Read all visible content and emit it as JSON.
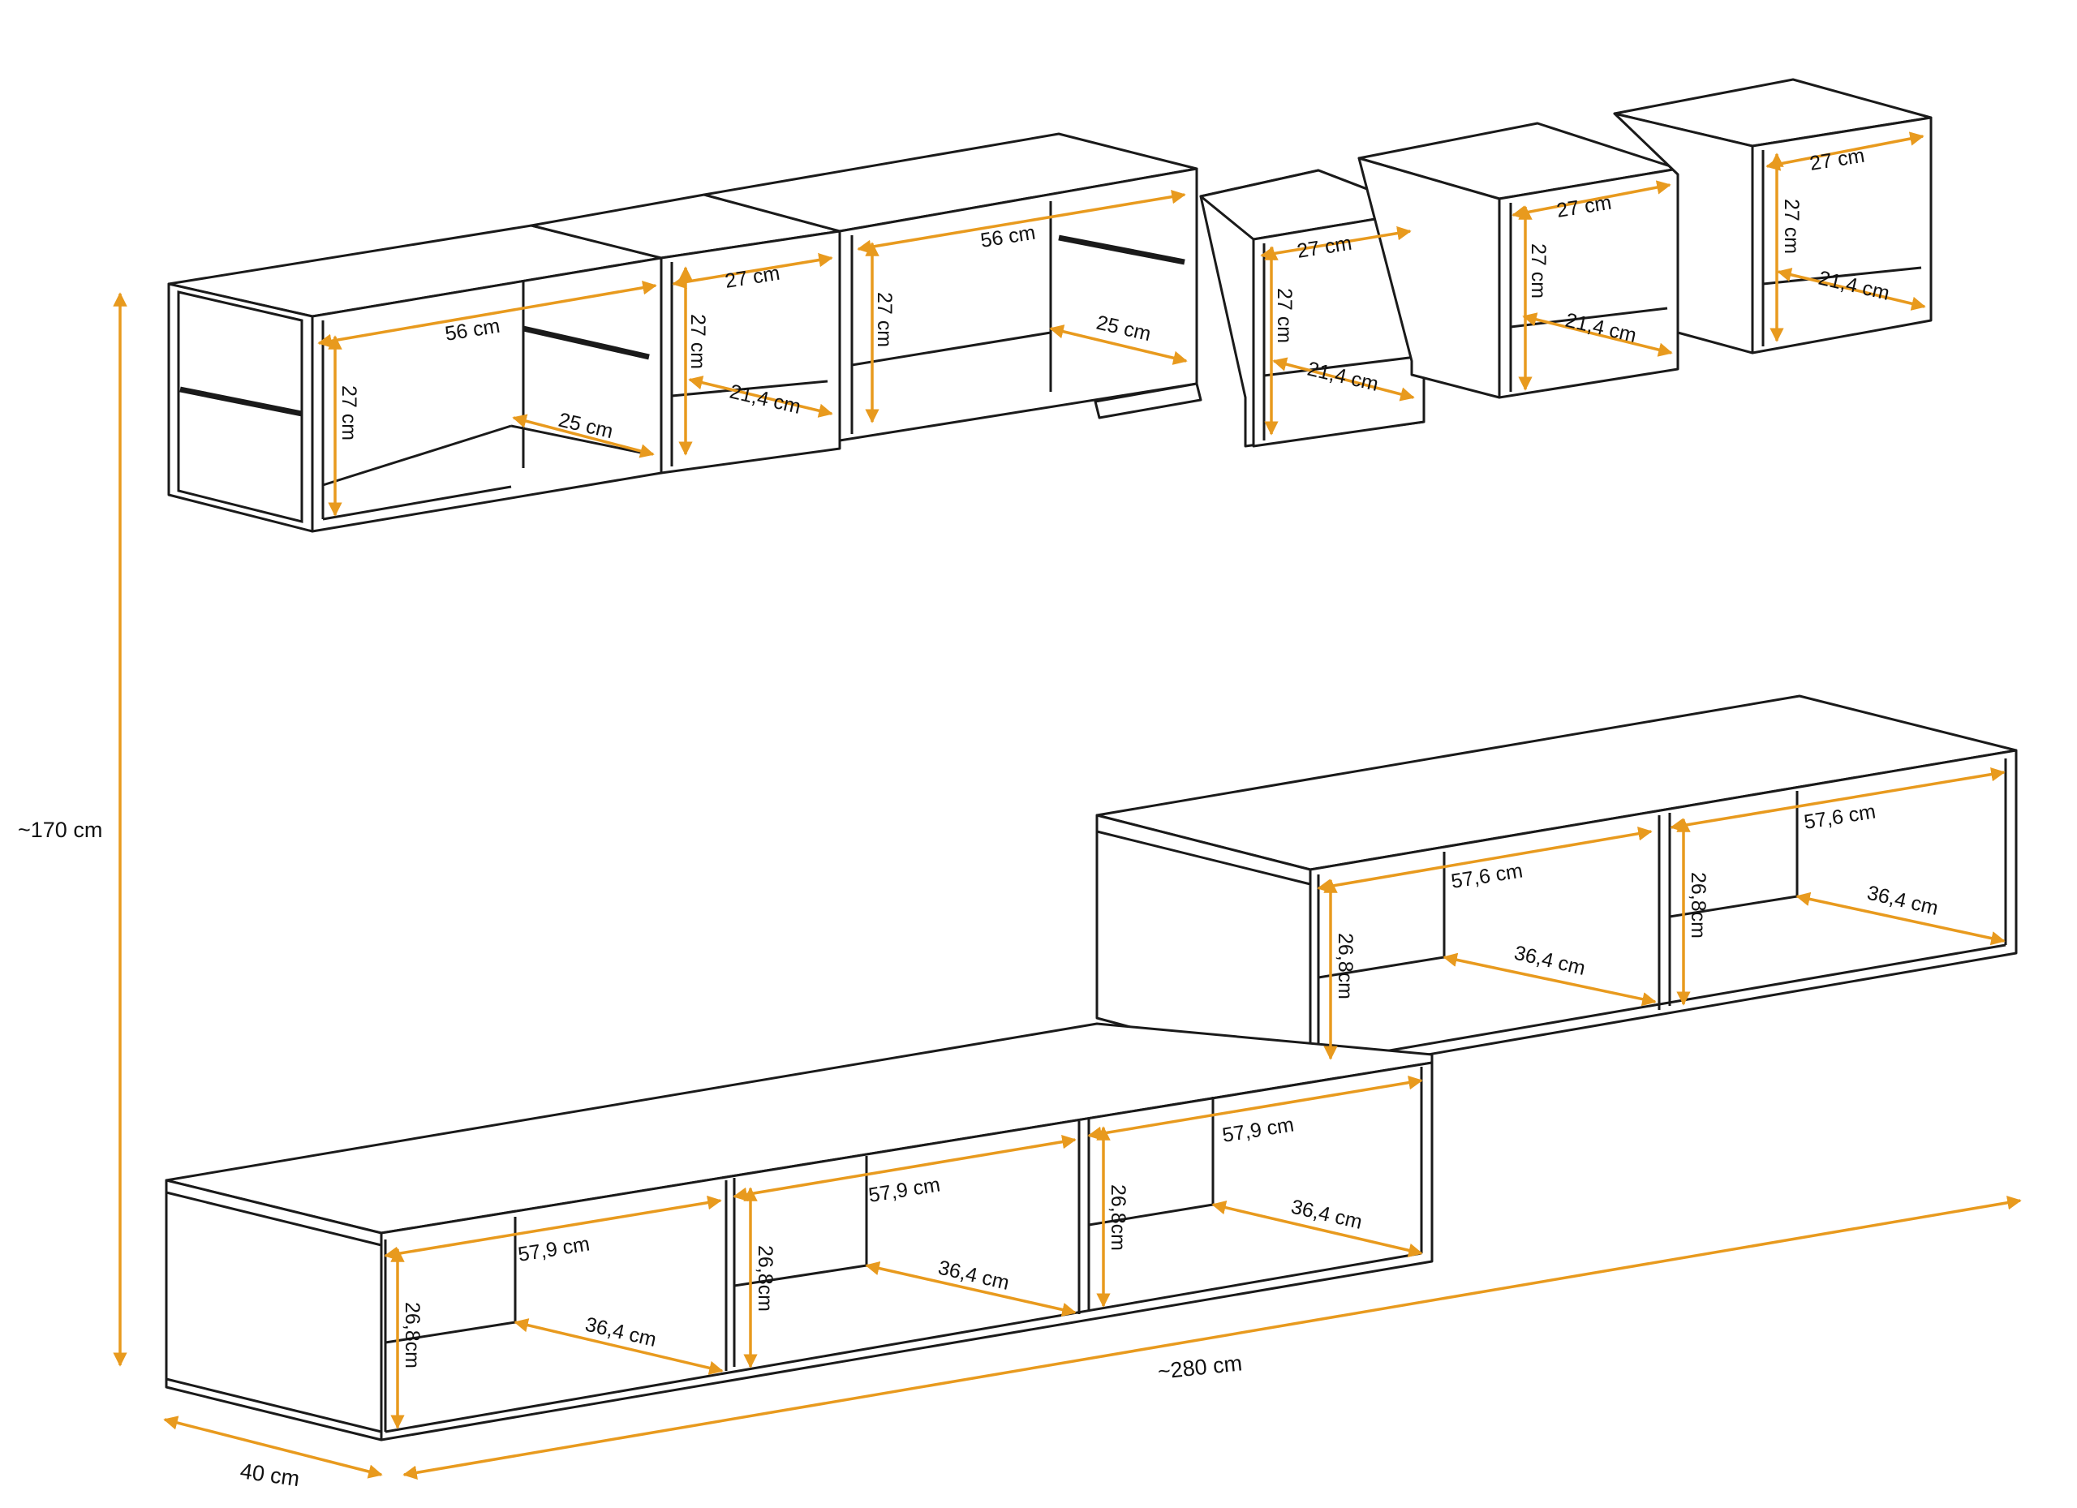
{
  "labels": {
    "height_total": "~170 cm",
    "width_total": "~280 cm",
    "depth_total": "40 cm",
    "w56": "56 cm",
    "h27": "27 cm",
    "d25": "25 cm",
    "w27": "27 cm",
    "d214": "21,4 cm",
    "w579": "57,9 cm",
    "w576": "57,6 cm",
    "h268": "26,8cm",
    "d364": "36,4 cm"
  },
  "colors": {
    "dimension_line": "#e89a1e",
    "outline": "#1a1a1a",
    "background": "#ffffff"
  }
}
